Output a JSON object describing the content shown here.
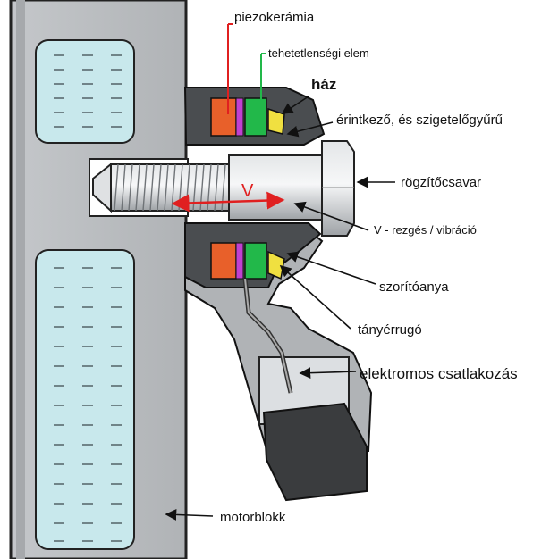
{
  "labels": {
    "piezo": "piezokerámia",
    "inertia": "tehetetlenségi elem",
    "housing": "ház",
    "contact_ring": "érintkező, és szigetelőgyűrű",
    "bolt": "rögzítőcsavar",
    "vibration": "V - rezgés / vibráció",
    "nut": "szorítóanya",
    "spring": "tányérrugó",
    "connector": "elektromos csatlakozás",
    "engine_block": "motorblokk",
    "v_symbol": "V"
  },
  "colors": {
    "piezo": "#e8602a",
    "inertia": "#22b84a",
    "insulator": "#c040d0",
    "spring": "#f0e040",
    "vibration_arrow": "#e02020",
    "coolant": "#c8e8ec",
    "metal": "#b8bbbe",
    "outline": "#222222"
  }
}
